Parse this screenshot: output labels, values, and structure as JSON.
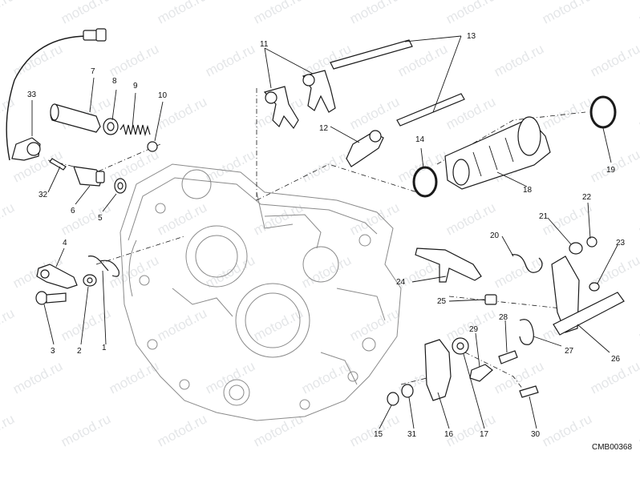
{
  "watermark_text": "motod.ru",
  "drawing_code": "CMB00368",
  "part_labels": [
    "1",
    "2",
    "3",
    "4",
    "5",
    "6",
    "7",
    "8",
    "9",
    "10",
    "11",
    "12",
    "13",
    "14",
    "15",
    "16",
    "17",
    "18",
    "19",
    "20",
    "21",
    "22",
    "23",
    "24",
    "25",
    "26",
    "27",
    "28",
    "29",
    "30",
    "31",
    "32",
    "33"
  ]
}
